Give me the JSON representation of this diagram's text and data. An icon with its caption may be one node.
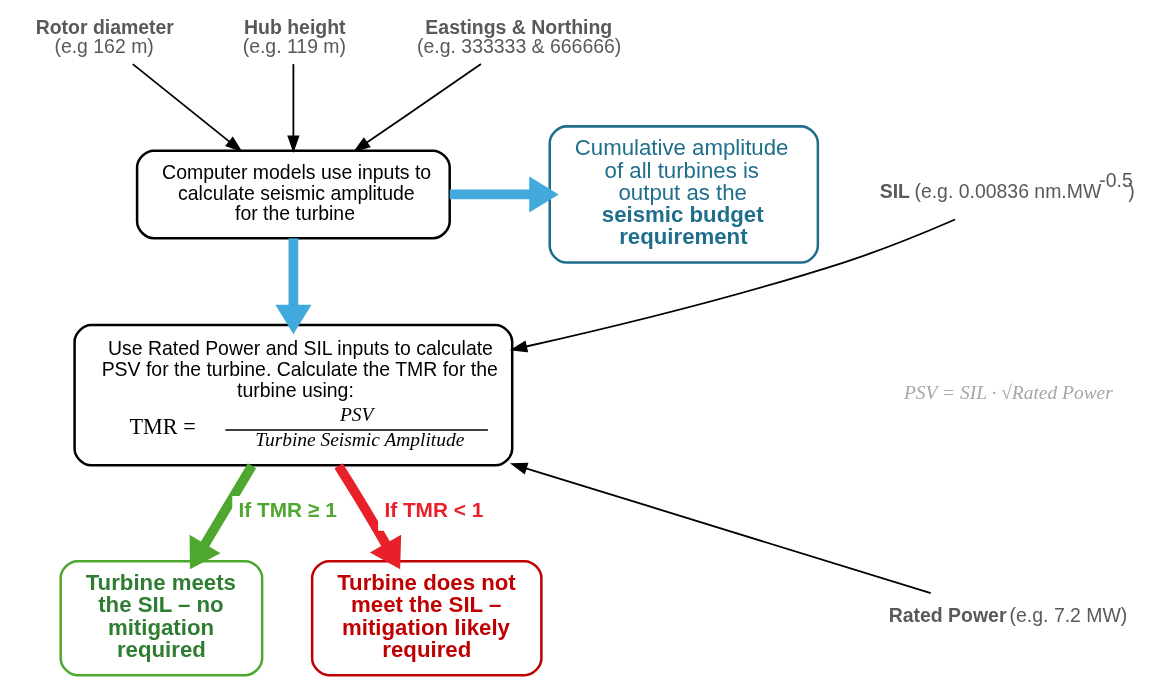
{
  "diagram": {
    "nodes": [
      {
        "text": [
          "Rotor diameter",
          "(e.g 162 m)"
        ]
      },
      {
        "text": [
          "Hub height",
          "(e.g. 119 m)"
        ]
      },
      {
        "text": [
          "Eastings & Northing",
          "(e.g. 333333 & 666666)"
        ]
      },
      {
        "text": [
          "Computer models use inputs to calculate seismic amplitude for the turbine"
        ]
      },
      {
        "text": [
          "Cumulative amplitude of all turbines is output as the **seismic budget requirement**"
        ]
      },
      {
        "text": [
          "Use Rated Power and SIL inputs to calculate PSV for the turbine. Calculate the TMR for the turbine using:",
          "TMR =",
          "PSV",
          "Turbine Seismic Amplitude"
        ]
      },
      {
        "text": [
          "**SIL** (e.g. 0.00836 nm.MW$^{-0.5}$)"
        ]
      },
      {
        "text": [
          "**Rated Power** (e.g. 7.2 MW)"
        ]
      },
      {
        "text": [
          "Turbine meets the SIL – no mitigation required"
        ]
      },
      {
        "text": [
          "Turbine does not meet the SIL – mitigation likely required"
        ]
      }
    ],
    "edges": [
      {
        "from": 0,
        "to": 3,
        "arrow": "to"
      },
      {
        "from": 1,
        "to": 3,
        "arrow": "to"
      },
      {
        "from": 2,
        "to": 3,
        "arrow": "to"
      },
      {
        "from": 3,
        "to": 4,
        "arrow": "to",
        "style": "thick",
        "color": "#41a9dc"
      },
      {
        "from": 3,
        "to": 5,
        "arrow": "to",
        "style": "thick",
        "color": "#41a9dc"
      },
      {
        "from": 6,
        "to": 5,
        "arrow": "to"
      },
      {
        "from": 7,
        "to": 5,
        "arrow": "to"
      },
      {
        "from": 5,
        "to": 8,
        "label": "If TMR ≥ 1",
        "arrow": "to",
        "style": "thick",
        "color": "#4ea72e"
      },
      {
        "from": 5,
        "to": 9,
        "label": "If TMR < 1",
        "arrow": "to",
        "style": "thick",
        "color": "#e8202a"
      }
    ],
    "labels": [
      "PSV = SIL · √Rated Power"
    ]
  }
}
